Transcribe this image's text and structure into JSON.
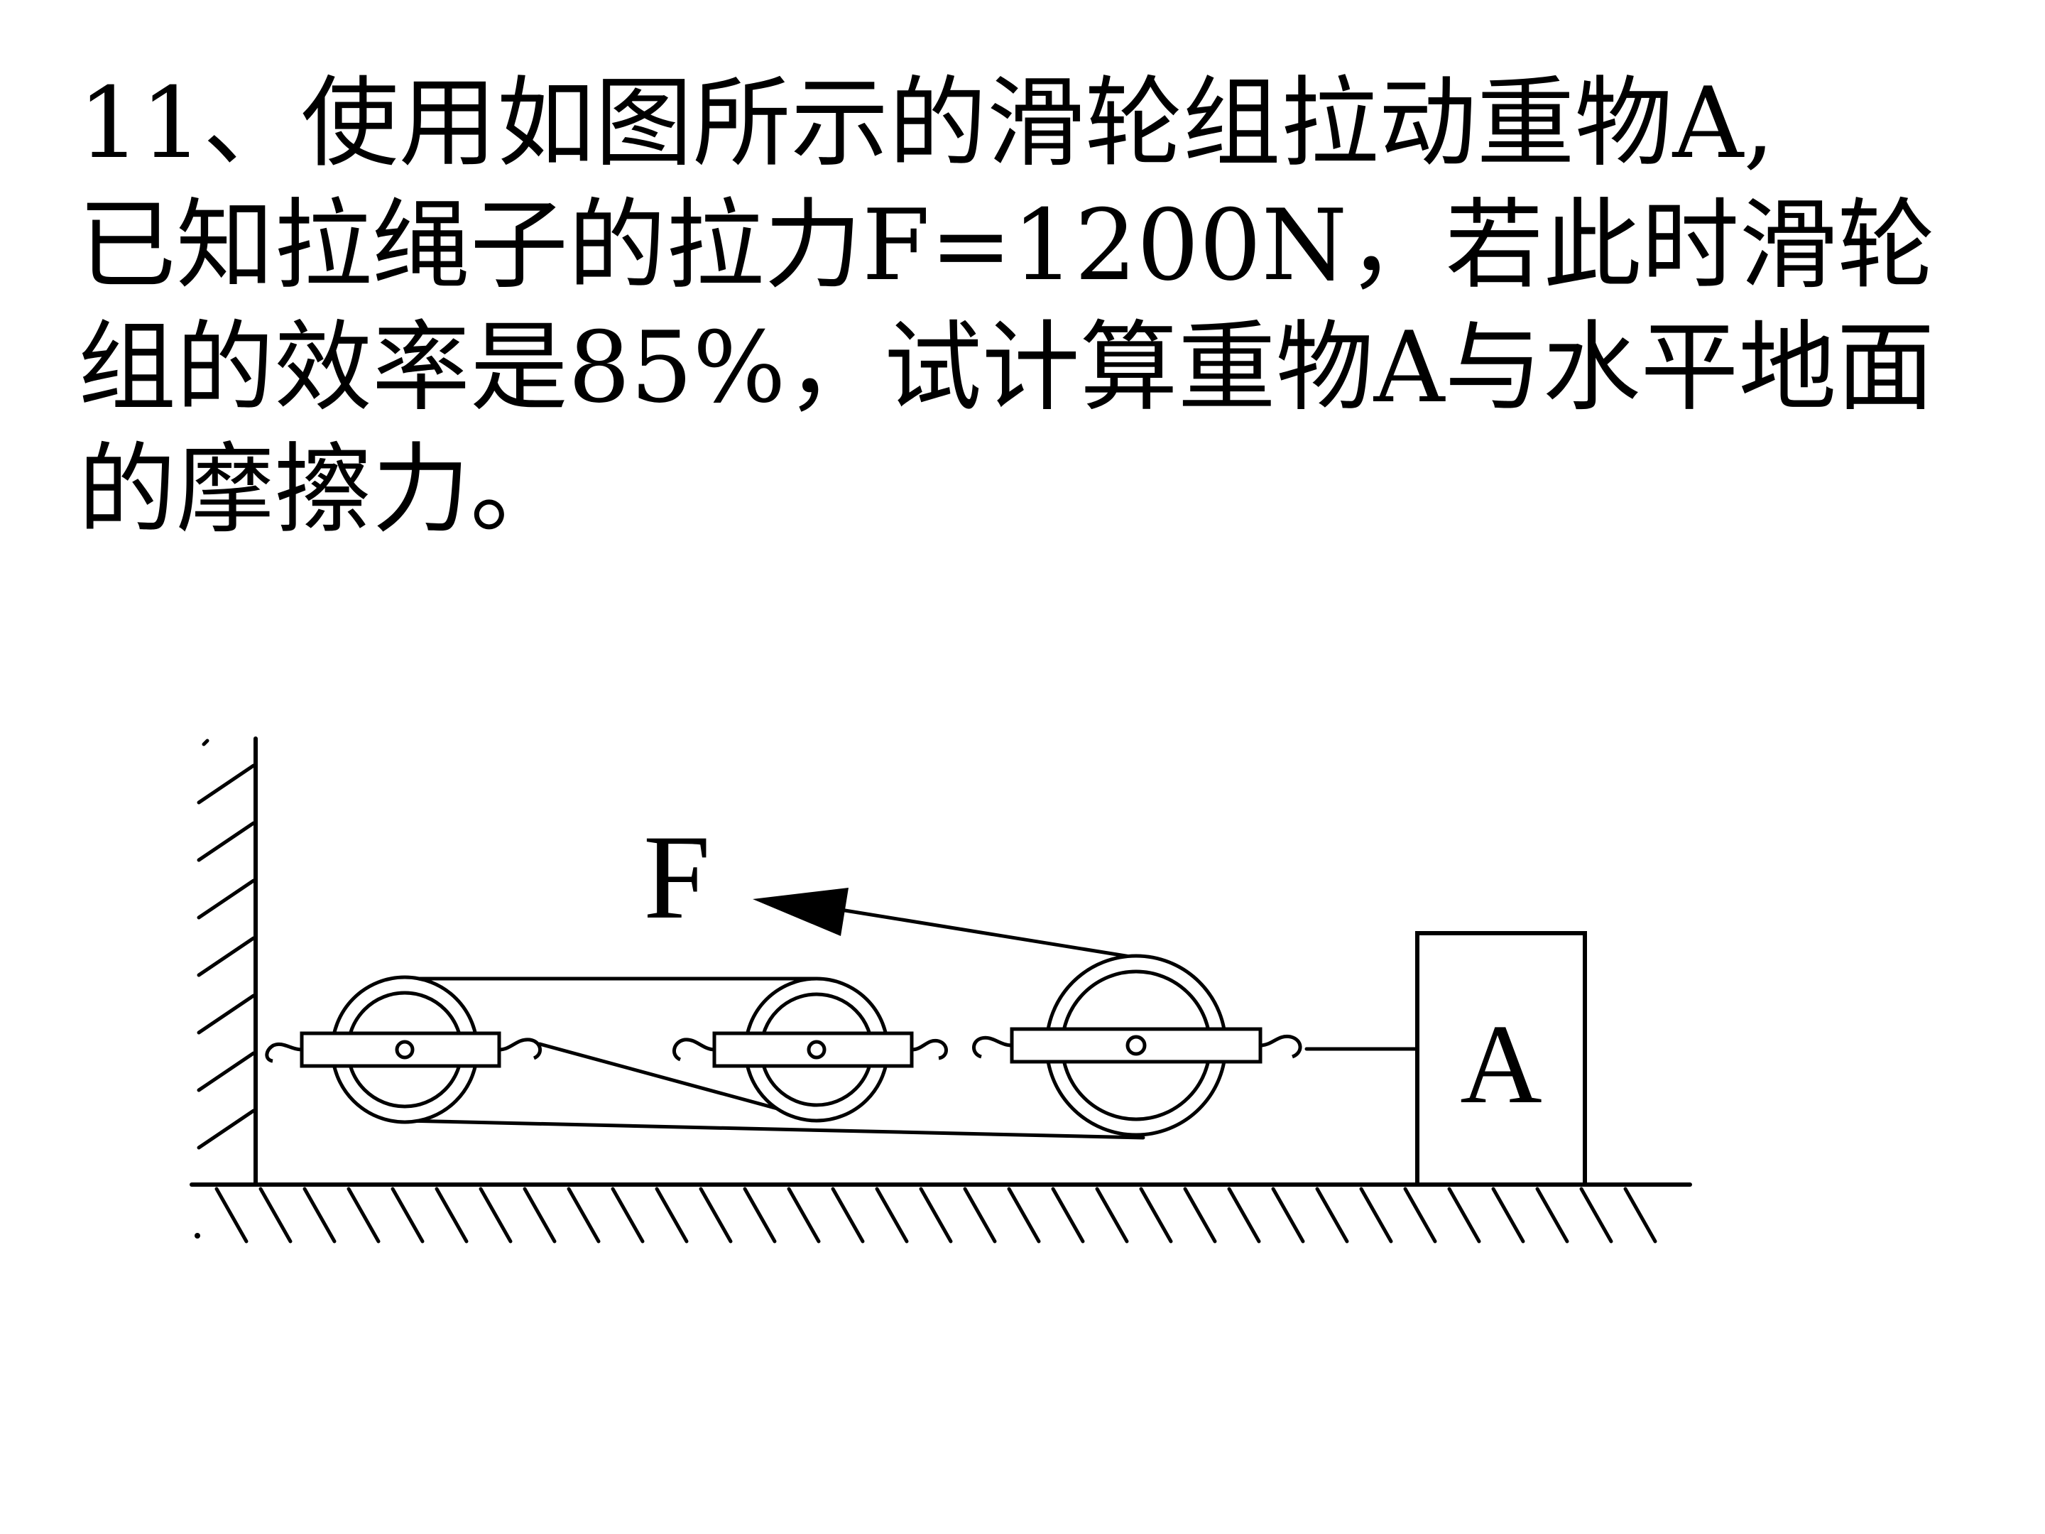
{
  "problem": {
    "lines": [
      "11、使用如图所示的滑轮组拉动重物A,",
      "已知拉绳子的拉力F=1200N，若此时滑轮",
      "组的效率是85%，试计算重物A与水平地面",
      "的摩擦力。"
    ]
  },
  "diagram": {
    "force_label": "F",
    "block_label": "A"
  }
}
